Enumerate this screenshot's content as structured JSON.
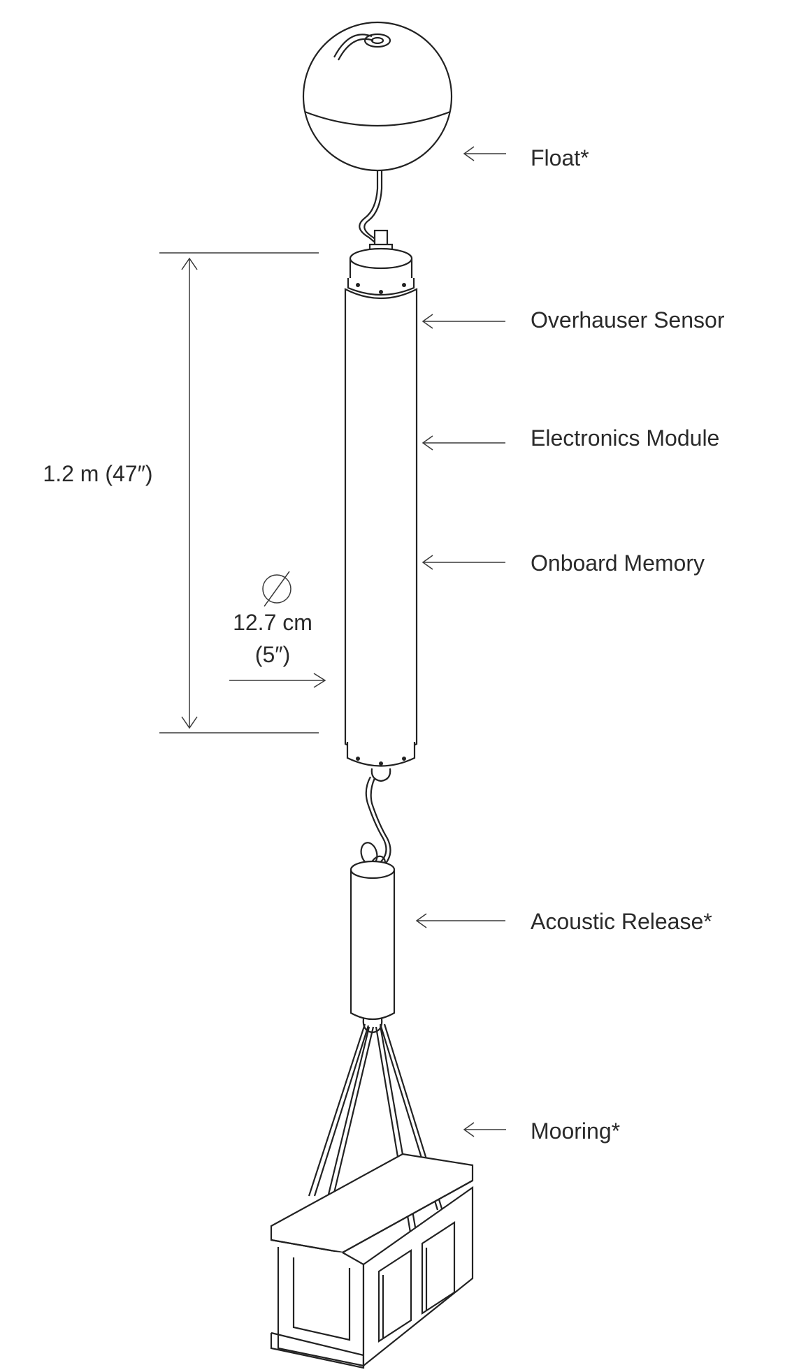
{
  "labels": {
    "float": "Float*",
    "overhauser_sensor": "Overhauser Sensor",
    "electronics_module": "Electronics Module",
    "onboard_memory": "Onboard Memory",
    "acoustic_release": "Acoustic Release*",
    "mooring": "Mooring*"
  },
  "dimensions": {
    "length": "1.2 m (47″)",
    "diameter_symbol": "⌀",
    "diameter_metric": "12.7 cm",
    "diameter_imperial": "(5″)"
  },
  "colors": {
    "line": "#222222",
    "text": "#2a2a2a",
    "background": "#ffffff"
  }
}
